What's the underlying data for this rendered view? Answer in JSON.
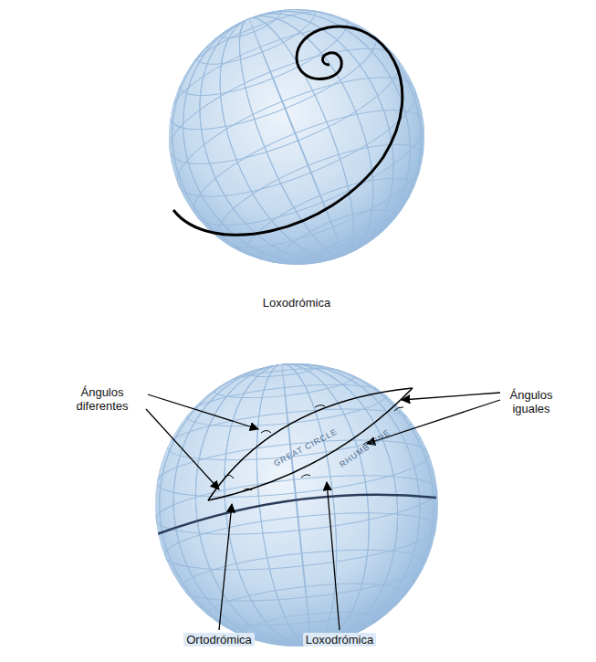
{
  "diagram": {
    "labels": [
      "Loxodrómica",
      "Ángulos diferentes",
      "Ángulos iguales",
      "GREAT CIRCLE",
      "RHUMB LINE",
      "Ortodrómica",
      "Loxodrómica"
    ]
  }
}
